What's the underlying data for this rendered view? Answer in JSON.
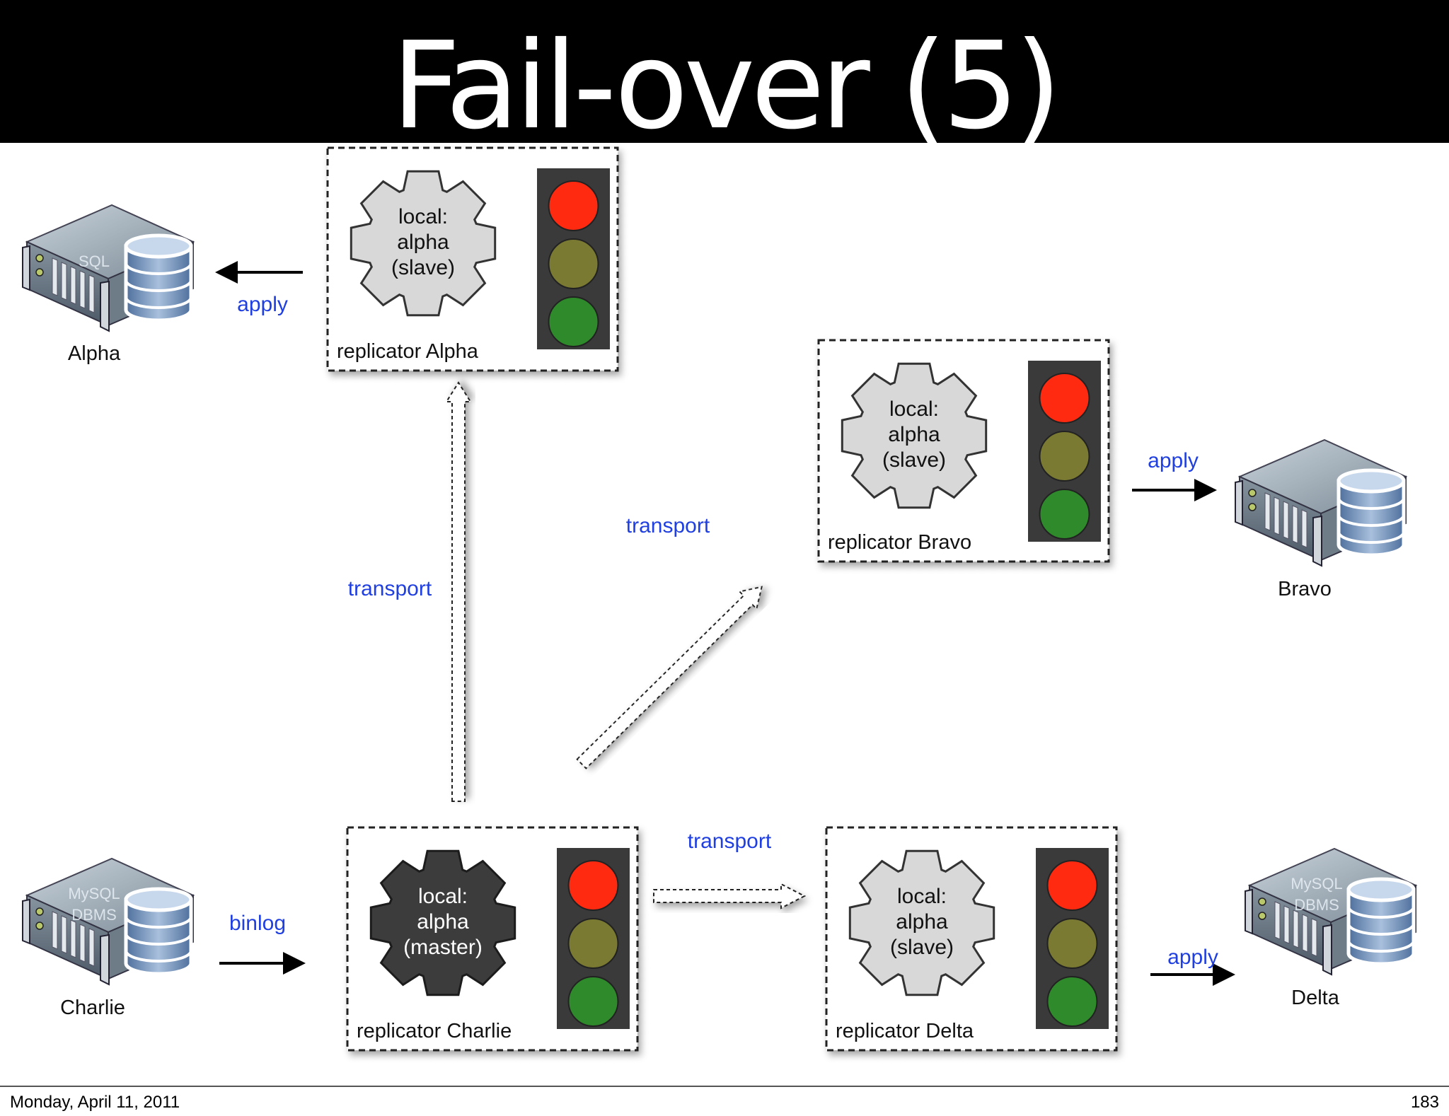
{
  "title": "Fail-over (5)",
  "footer": {
    "date": "Monday, April 11, 2011",
    "page": "183"
  },
  "replicators": [
    {
      "name": "replicator Alpha",
      "role_lines": [
        "local:",
        "alpha",
        "(slave)"
      ],
      "gear_style": "light"
    },
    {
      "name": "replicator Bravo",
      "role_lines": [
        "local:",
        "alpha",
        "(slave)"
      ],
      "gear_style": "light"
    },
    {
      "name": "replicator Charlie",
      "role_lines": [
        "local:",
        "alpha",
        "(master)"
      ],
      "gear_style": "dark"
    },
    {
      "name": "replicator Delta",
      "role_lines": [
        "local:",
        "alpha",
        "(slave)"
      ],
      "gear_style": "light"
    }
  ],
  "servers": [
    {
      "name": "Alpha",
      "label_lines": [
        "",
        "SQL"
      ]
    },
    {
      "name": "Bravo",
      "label_lines": [
        "",
        ""
      ]
    },
    {
      "name": "Charlie",
      "label_lines": [
        "MySQL",
        "DBMS"
      ]
    },
    {
      "name": "Delta",
      "label_lines": [
        "MySQL",
        "DBMS"
      ]
    }
  ],
  "edges": {
    "alpha_apply": "apply",
    "bravo_apply": "apply",
    "delta_apply": "apply",
    "charlie_binlog": "binlog",
    "transport_alpha": "transport",
    "transport_bravo": "transport",
    "transport_delta": "transport"
  },
  "colors": {
    "edge_label": "#1f3fe0",
    "light_red": "#ff2a10",
    "light_yellow": "#7a7a32",
    "light_green": "#2e8a2a",
    "light_housing": "#3a3a3a",
    "gear_light": "#d8d8d8",
    "gear_dark": "#3c3c3c"
  }
}
